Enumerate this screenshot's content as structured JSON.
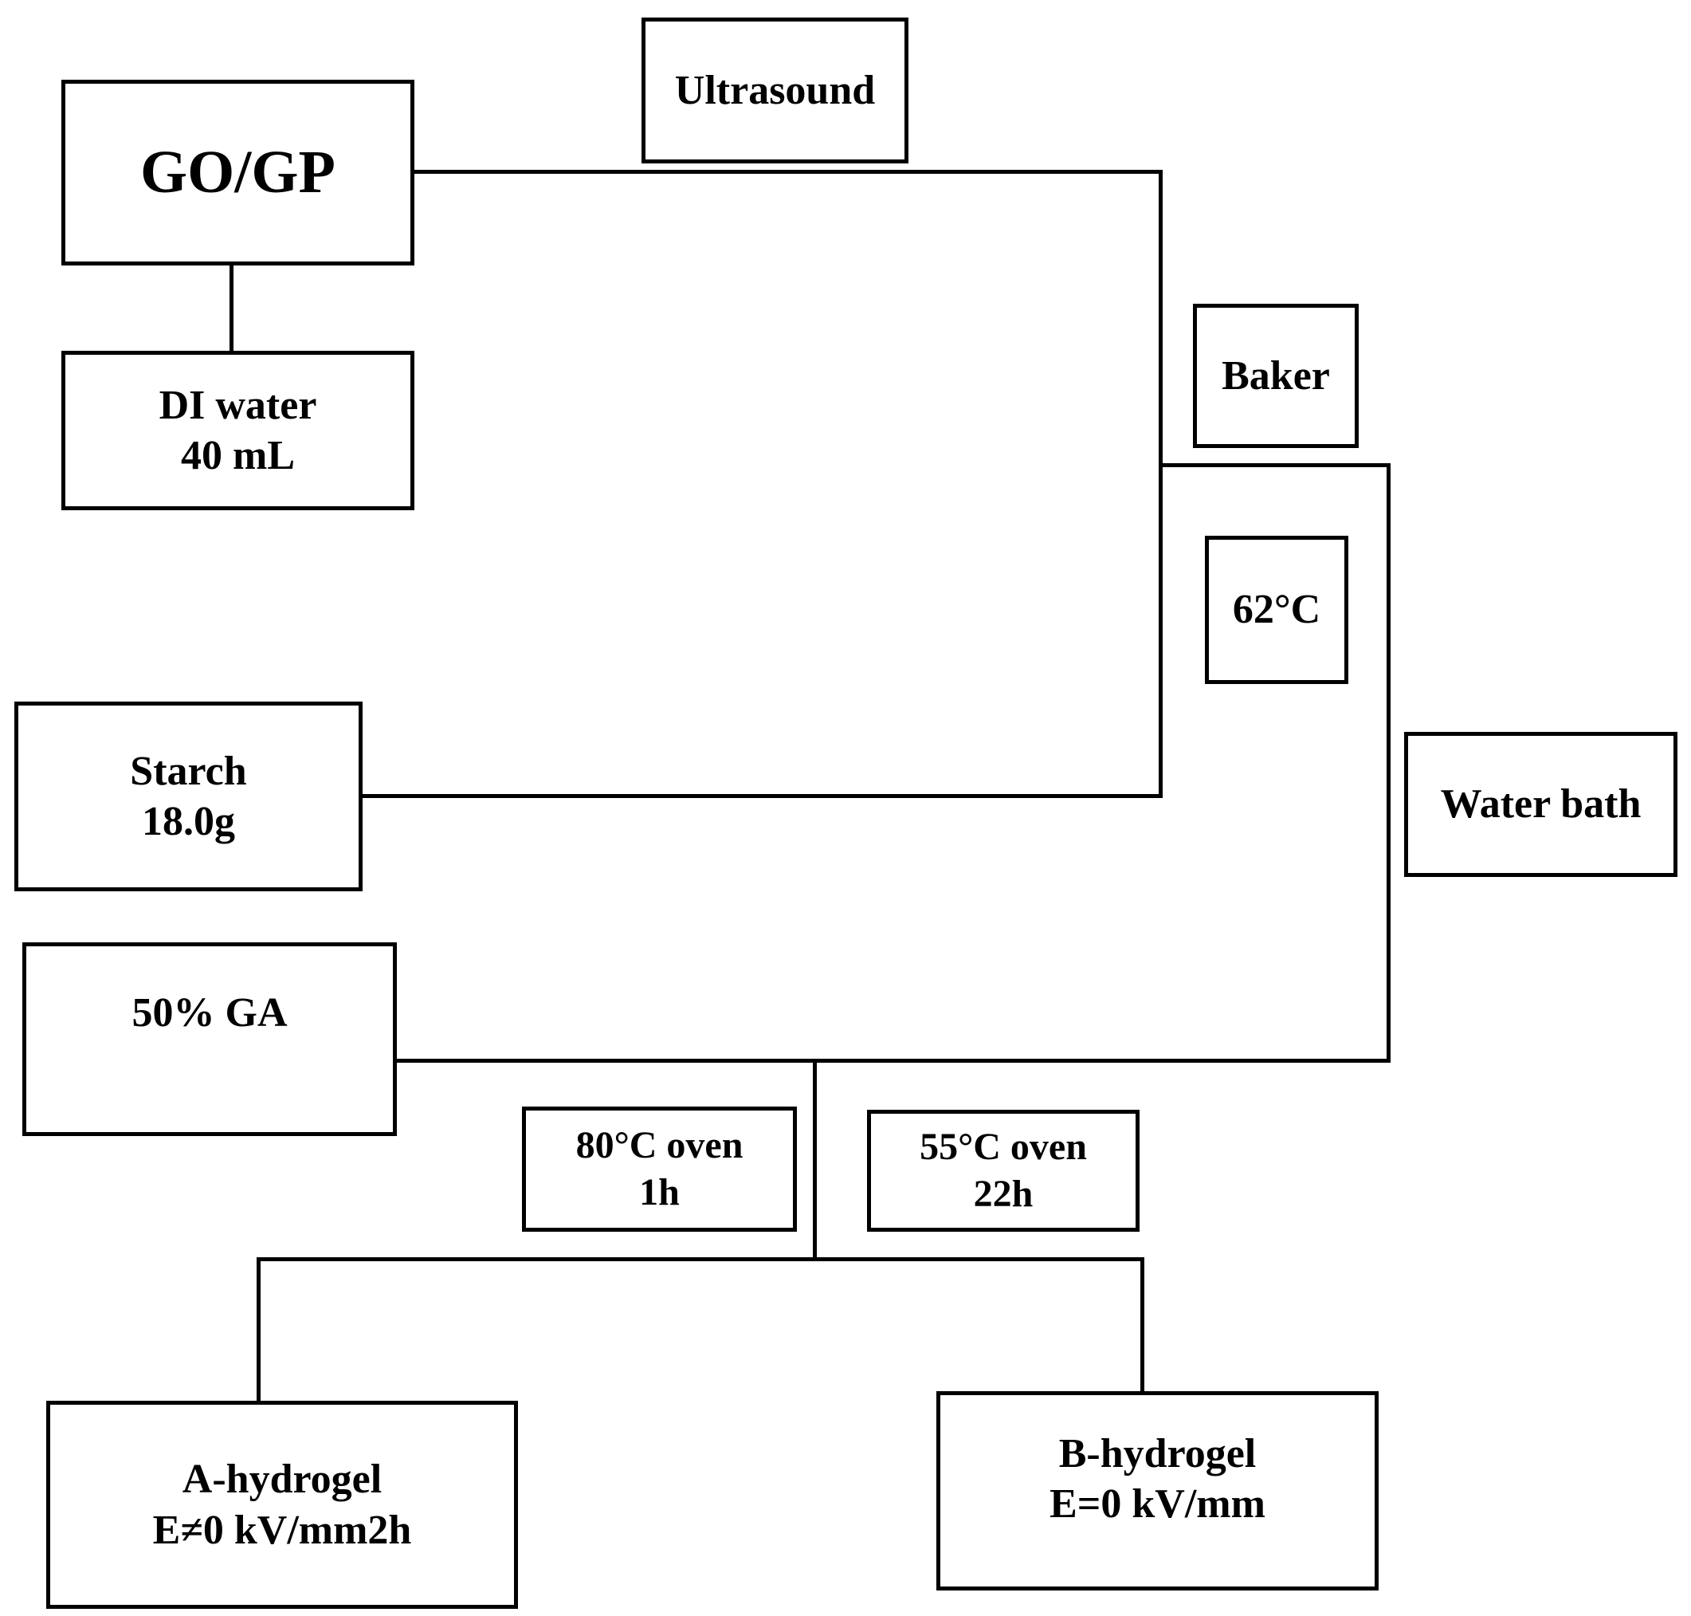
{
  "diagram": {
    "title": "Hydrogel preparation flowchart",
    "type": "flowchart",
    "background_color": "#ffffff",
    "line_color": "#000000",
    "nodes": [
      {
        "id": "go_gp",
        "label": "GO/GP",
        "lines": [
          "GO/GP"
        ]
      },
      {
        "id": "ultrasound",
        "label": "Ultrasound",
        "lines": [
          "Ultrasound"
        ]
      },
      {
        "id": "di_water",
        "label": "DI water 40 mL",
        "lines": [
          "DI water",
          "40 mL"
        ]
      },
      {
        "id": "baker",
        "label": "Baker",
        "lines": [
          "Baker"
        ]
      },
      {
        "id": "temp62",
        "label": "62°C",
        "lines": [
          "62°C"
        ]
      },
      {
        "id": "starch",
        "label": "Starch 18.0g",
        "lines": [
          "Starch",
          "18.0g"
        ]
      },
      {
        "id": "water_bath",
        "label": "Water bath",
        "lines": [
          "Water bath"
        ]
      },
      {
        "id": "ga50",
        "label": "50% GA",
        "lines": [
          "50% GA"
        ]
      },
      {
        "id": "oven80",
        "label": "80°C oven 1h",
        "lines": [
          "80°C oven",
          "1h"
        ]
      },
      {
        "id": "oven55",
        "label": "55°C oven 22h",
        "lines": [
          "55°C oven",
          "22h"
        ]
      },
      {
        "id": "a_hydrogel",
        "label": "A-hydrogel E≠0 kV/mm2h",
        "lines": [
          "A-hydrogel",
          "E≠0 kV/mm2h"
        ]
      },
      {
        "id": "b_hydrogel",
        "label": "B-hydrogel E=0 kV/mm",
        "lines": [
          "B-hydrogel",
          "E=0 kV/mm"
        ]
      }
    ],
    "connections": [
      {
        "from": "go_gp",
        "to": "di_water",
        "name": "go-gp-to-di-water"
      },
      {
        "from": "go_gp",
        "to": "baker",
        "name": "go-gp-to-baker-bus"
      },
      {
        "from": "starch",
        "to": "baker",
        "name": "starch-to-baker-bus"
      },
      {
        "from": "baker",
        "to": "water_bath",
        "name": "baker-to-water-bath-bus"
      },
      {
        "from": "ga50",
        "to": "water_bath",
        "name": "ga-to-water-bath-bus"
      },
      {
        "from": "ga50",
        "to": "oven80",
        "name": "ga-to-oven-bus"
      },
      {
        "from": "oven55",
        "to": "a_hydrogel",
        "name": "oven-to-a-hydrogel"
      },
      {
        "from": "oven55",
        "to": "b_hydrogel",
        "name": "oven-to-b-hydrogel"
      }
    ]
  }
}
